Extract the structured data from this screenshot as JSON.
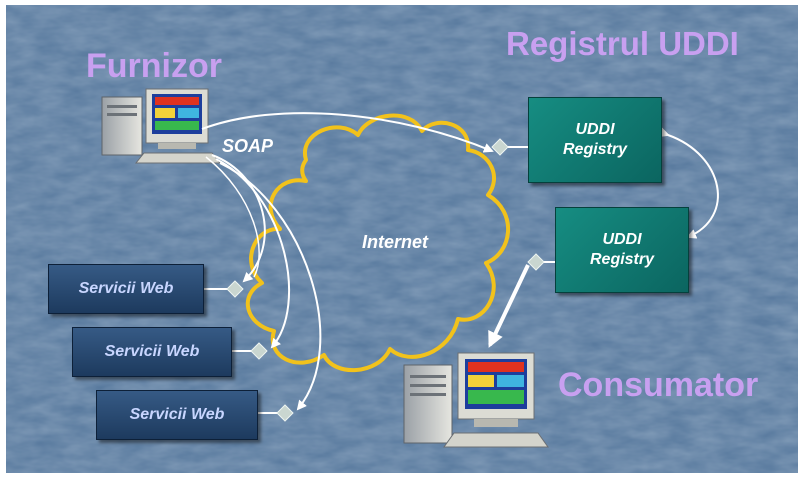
{
  "titles": {
    "provider": "Furnizor",
    "registry": "Registrul UDDI",
    "consumer": "Consumator"
  },
  "labels": {
    "soap": "SOAP",
    "internet": "Internet"
  },
  "registries": [
    {
      "line1": "UDDI",
      "line2": "Registry"
    },
    {
      "line1": "UDDI",
      "line2": "Registry"
    }
  ],
  "web_services": [
    {
      "label": "Servicii Web"
    },
    {
      "label": "Servicii Web"
    },
    {
      "label": "Servicii Web"
    }
  ],
  "colors": {
    "background": "#55779c",
    "title": "#c8a0f0",
    "cloud_outline": "#f2c21b",
    "registry_box": "#0f7a72",
    "service_box": "#2a4c76",
    "service_text": "#c8d6ff",
    "arrows": "#ffffff"
  }
}
